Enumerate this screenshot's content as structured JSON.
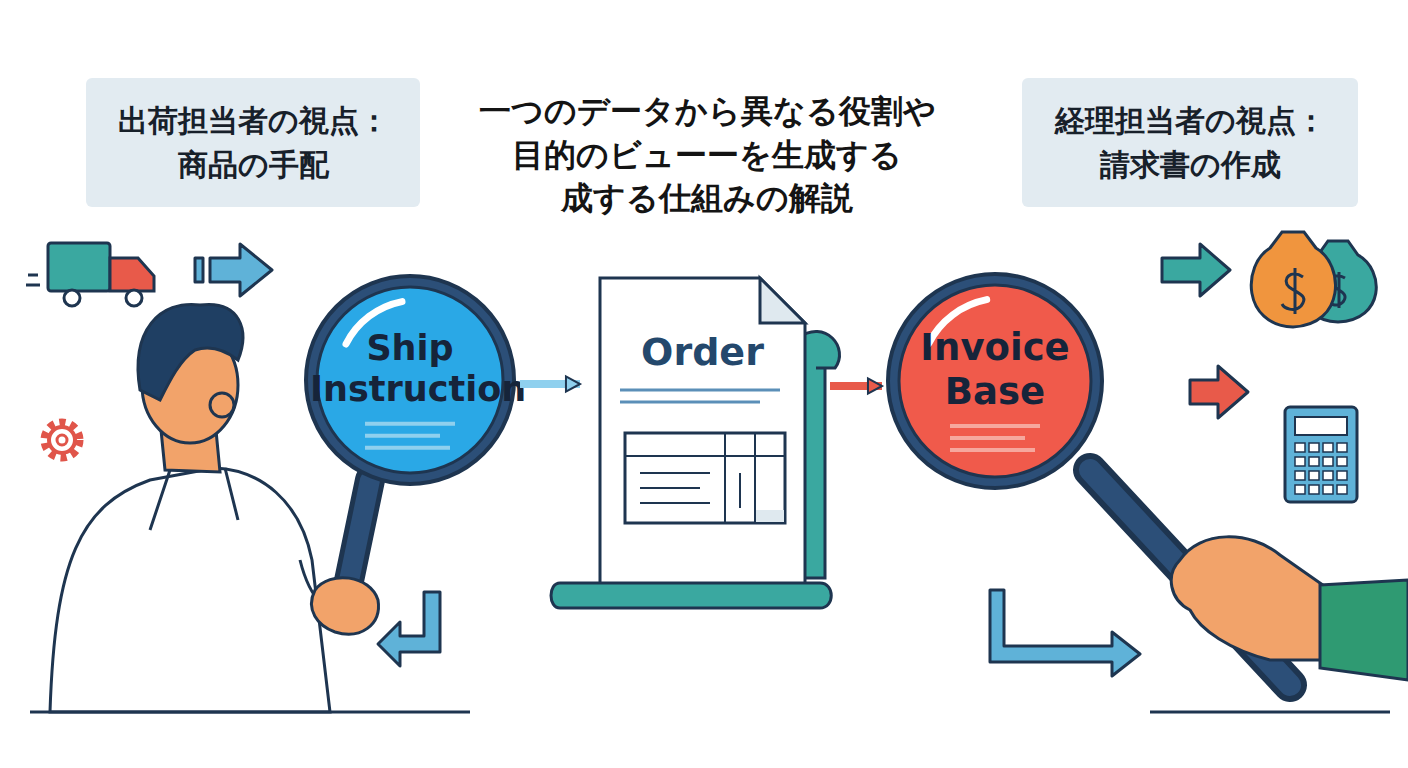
{
  "diagram": {
    "title": "一つのデータから異なる役割や 目的のビューーを生成する 成する仕組みの解説",
    "nodes": [
      {
        "text": [
          "出荷担当者の視点： 商品の手配"
        ]
      },
      {
        "text": [
          "経理担当者の視点： 請求書の作成"
        ]
      },
      {
        "text": [
          "Ship Instruction"
        ]
      },
      {
        "text": [
          "Order"
        ]
      },
      {
        "text": [
          "Invoice Base"
        ]
      }
    ],
    "edges": [
      {
        "from": 2,
        "to": 3,
        "arrow": "to"
      },
      {
        "from": 3,
        "to": 4,
        "arrow": "to"
      }
    ]
  }
}
